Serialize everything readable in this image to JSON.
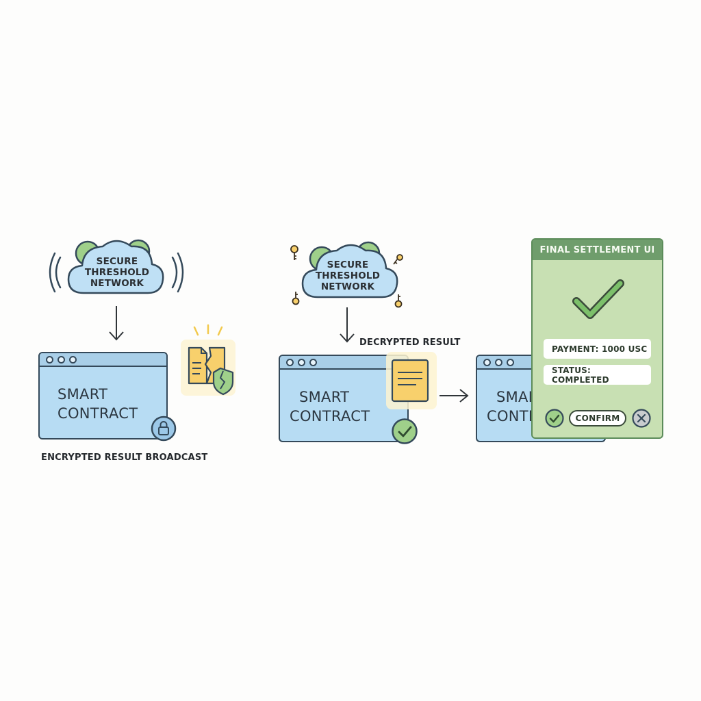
{
  "stage1": {
    "cloud_line1": "SECURE",
    "cloud_line2": "THRESHOLD",
    "cloud_line3": "NETWORK",
    "window_line1": "SMART",
    "window_line2": "CONTRACT",
    "caption": "ENCRYPTED RESULT BROADCAST"
  },
  "stage2": {
    "cloud_line1": "SECURE",
    "cloud_line2": "THRESHOLD",
    "cloud_line3": "NETWORK",
    "arrow_label": "DECRYPTED RESULT",
    "window_line1": "SMART",
    "window_line2": "CONTRACT"
  },
  "stage3": {
    "window_line1": "SMAI",
    "window_line2": "CONTI"
  },
  "settlement": {
    "title": "FINAL SETTLEMENT UI",
    "payment_text": "PAYMENT: 1000 USC",
    "status_text": "STATUS: COMPLETED",
    "confirm_label": "CONFIRM"
  },
  "colors": {
    "window_fill": "#b7dcf3",
    "outline": "#34495a",
    "cloud_fill": "#bfe0f5",
    "leaf_green": "#9fd08a",
    "doc_yellow": "#f8d06c",
    "panel_green": "#c8e0b3",
    "panel_header": "#6f9d6c",
    "check_green": "#7cc06a"
  }
}
